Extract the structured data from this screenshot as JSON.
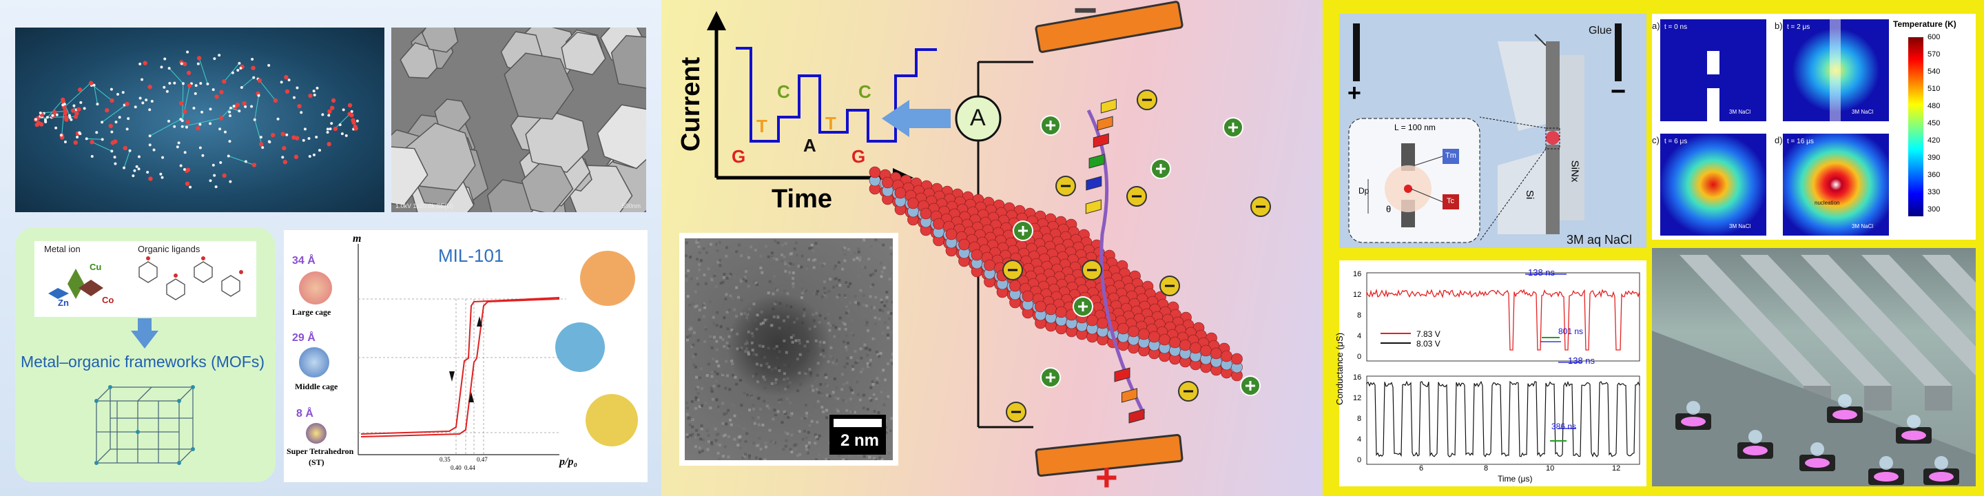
{
  "colors": {
    "left_bg": "#dce8f6",
    "left_top_bg": "#1f4a66",
    "sem_bg": "#8a8a8a",
    "mof_box_bg": "#d8f5c8",
    "mof_title_color": "#1f5fb0",
    "mil_title_color": "#2f6fbf",
    "hysteresis_color": "#e02020",
    "center_bg_a": "#f2eda0",
    "center_bg_b": "#f5c4c8",
    "graphene_red": "#e03a3a",
    "graphene_blue": "#8fb6d9",
    "electrode_orange": "#f08020",
    "right_border": "#f3ea10",
    "right_bg": "#bcd0e8",
    "trace_red": "#e52020",
    "trace_black": "#111111",
    "annot_blue": "#1010d0",
    "annot_green": "#20a020"
  },
  "left": {
    "sem_caption": "1.0kV  1x20.0k  SE(U)",
    "sem_scale": "500nm",
    "metal_ion_label": "Metal ion",
    "organic_ligands_label": "Organic ligands",
    "cu_label": "Cu",
    "zn_label": "Zn",
    "co_label": "Co",
    "mof_title": "Metal–organic frameworks (MOFs)",
    "mil": {
      "title": "MIL-101",
      "y_label": "m",
      "x_label": "p/p₀",
      "cage1_size": "34 Å",
      "cage1_name": "Large cage",
      "cage2_size": "29 Å",
      "cage2_name": "Middle cage",
      "cage3_size": "8 Å",
      "cage3_name": "Super Tetrahedron",
      "cage3_abbr": "(ST)",
      "ticks": [
        "0.35",
        "0.40",
        "0.44",
        "0.47"
      ]
    }
  },
  "center": {
    "y_axis_label": "Current",
    "x_axis_label": "Time",
    "bases": [
      {
        "label": "G",
        "color": "#e02020"
      },
      {
        "label": "T",
        "color": "#f0a020"
      },
      {
        "label": "C",
        "color": "#70a020"
      },
      {
        "label": "A",
        "color": "#111111"
      },
      {
        "label": "T",
        "color": "#f0a020"
      },
      {
        "label": "G",
        "color": "#e02020"
      },
      {
        "label": "C",
        "color": "#70a020"
      }
    ],
    "ammeter_label": "A",
    "minus_sign": "−",
    "plus_sign": "+",
    "tem_scale": "2 nm"
  },
  "right": {
    "plus_sign": "+",
    "minus_sign": "−",
    "glue_label": "Glue",
    "sin_label": "SiNx",
    "si_label": "Si",
    "nacl_label": "3M aq NaCl",
    "inset_L": "L = 100 nm",
    "inset_Tm": "Tm",
    "inset_Tc": "Tc",
    "inset_Dp": "Dp",
    "inset_theta": "θ",
    "trace_axis_label": "Conductance (μS)",
    "trace_yticks": [
      "16",
      "12",
      "8",
      "4",
      "0"
    ],
    "time_label": "Time (μs)",
    "time_ticks": [
      "6",
      "8",
      "10",
      "12"
    ],
    "annot_top": "138 ns",
    "annot_mid": "801 ns",
    "legend": [
      {
        "label": "7.83 V",
        "color": "#e52020"
      },
      {
        "label": "8.03 V",
        "color": "#111111"
      }
    ],
    "annot_bot_top": "138 ns",
    "annot_bot_mid": "386 ns",
    "heat_panels": [
      {
        "tag": "a)",
        "time": "t = 0 ns",
        "nacl": "3M NaCl"
      },
      {
        "tag": "b)",
        "time": "t = 2 μs",
        "nacl": "3M NaCl"
      },
      {
        "tag": "c)",
        "time": "t = 6 μs",
        "nacl": "3M NaCl"
      },
      {
        "tag": "d)",
        "time": "t = 16 μs",
        "nacl": "3M NaCl",
        "extra": "nucleation"
      }
    ],
    "colorbar_title": "Temperature (K)",
    "colorbar_ticks": [
      "600",
      "570",
      "540",
      "510",
      "480",
      "450",
      "420",
      "390",
      "360",
      "330",
      "300"
    ]
  }
}
